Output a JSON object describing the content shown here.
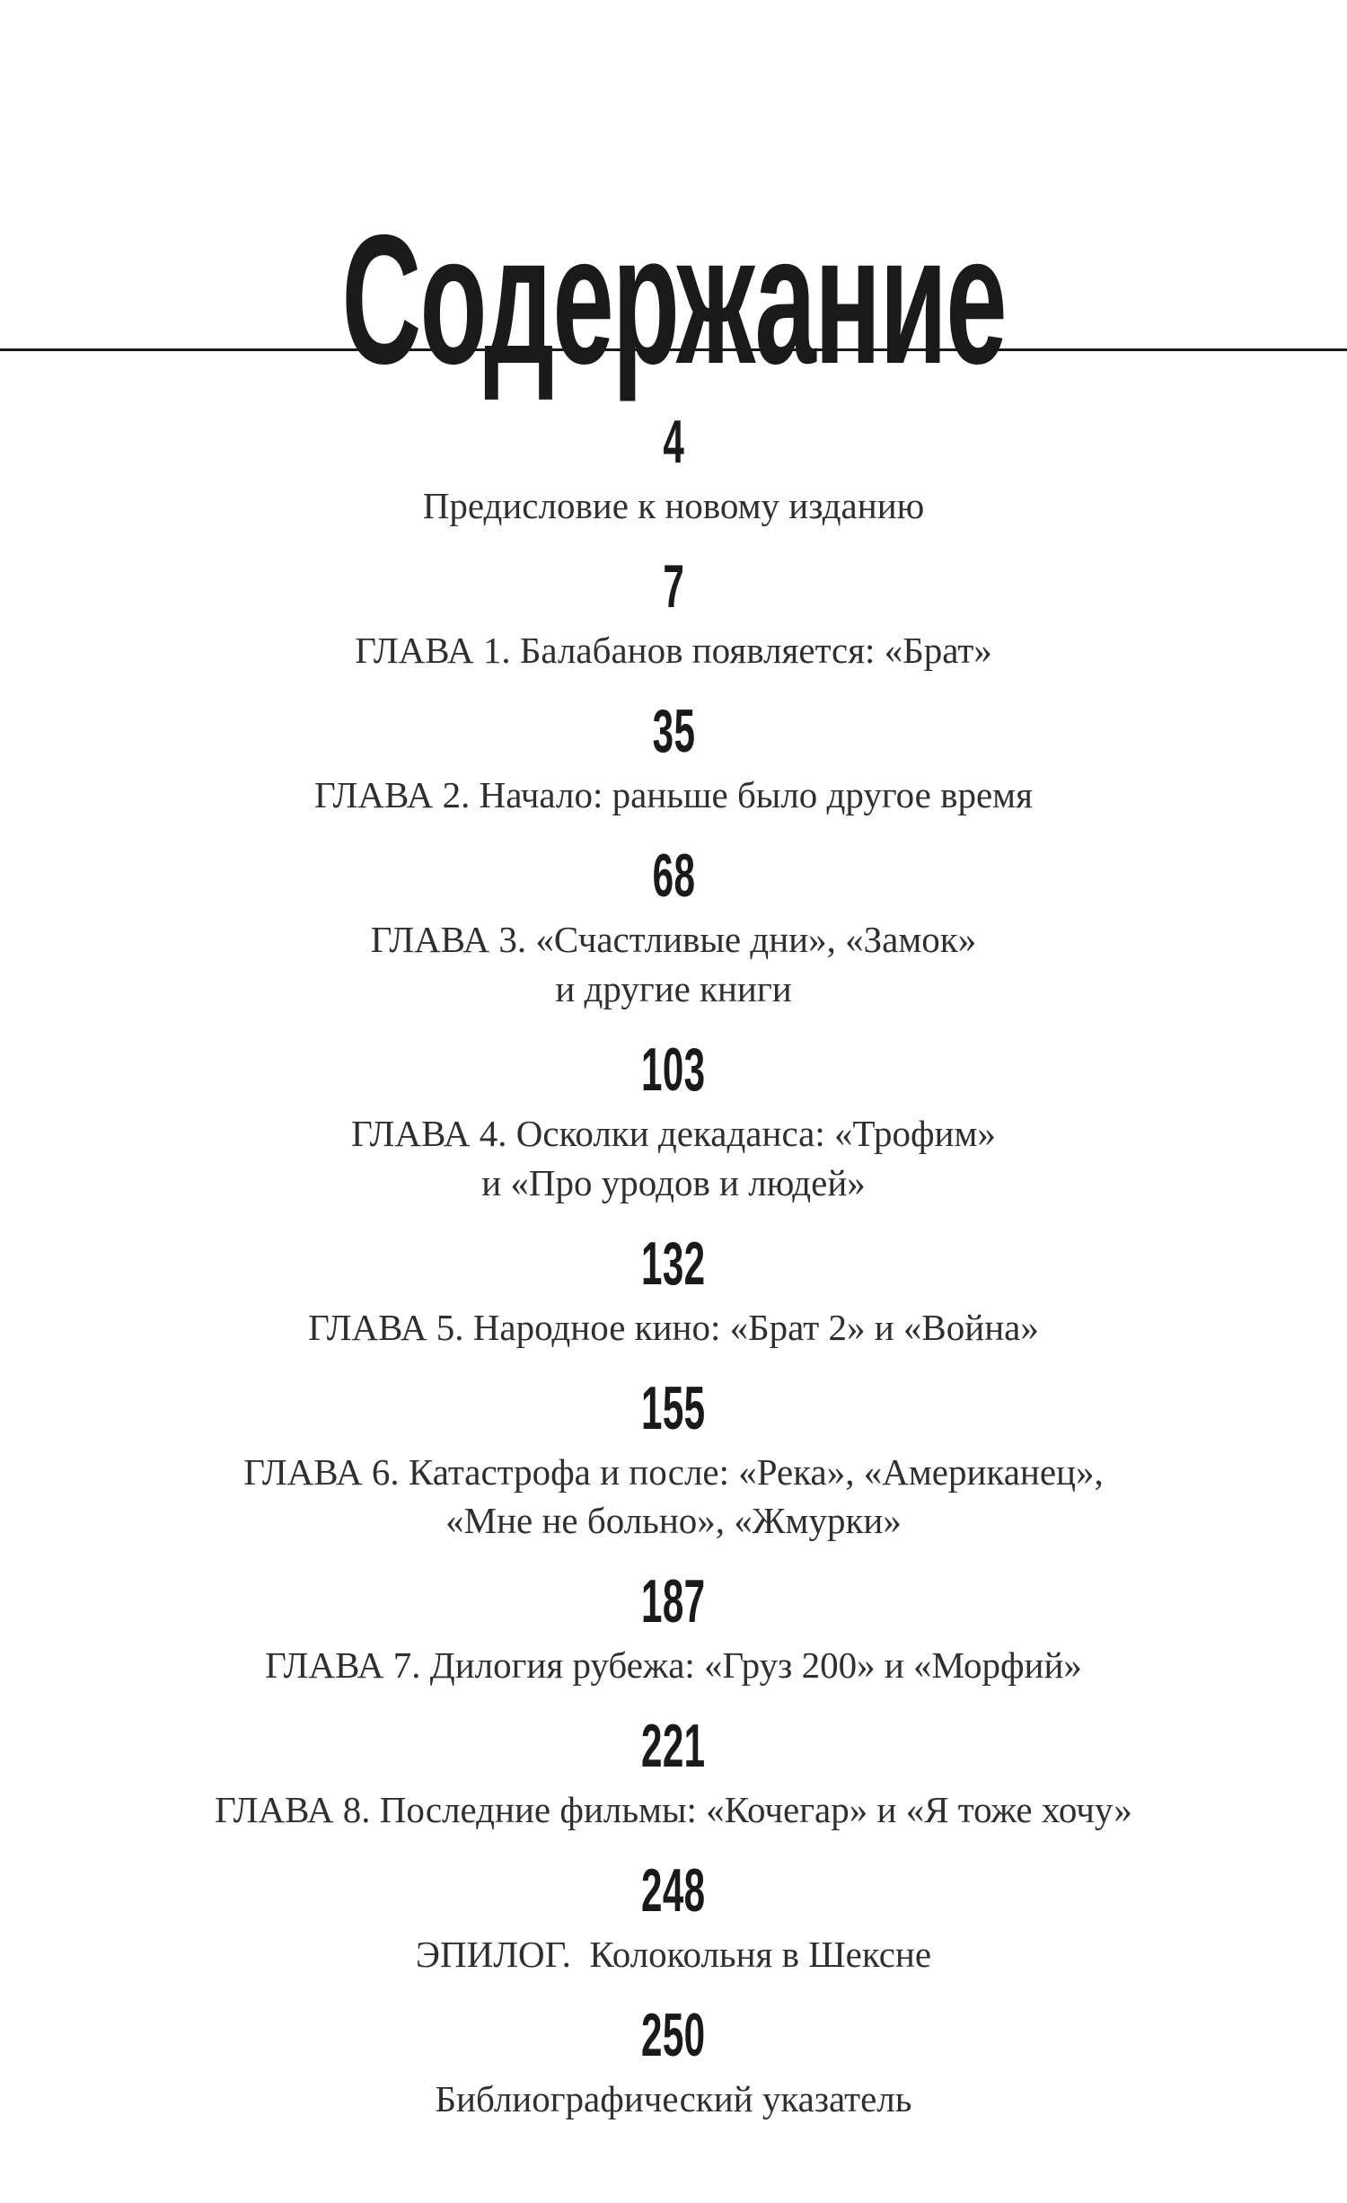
{
  "page": {
    "title": "Содержание"
  },
  "colors": {
    "ink_heading": "#1a1a1a",
    "ink_body": "#2f2f2f",
    "background": "#ffffff",
    "rule": "#1a1a1a"
  },
  "toc": {
    "entries": [
      {
        "page": "4",
        "title": "Предисловие к новому изданию"
      },
      {
        "page": "7",
        "title": "ГЛАВА 1. Балабанов появляется: «Брат»"
      },
      {
        "page": "35",
        "title": "ГЛАВА 2. Начало: раньше было другое время"
      },
      {
        "page": "68",
        "title": "ГЛАВА 3. «Счастливые дни», «Замок»\nи другие книги"
      },
      {
        "page": "103",
        "title": "ГЛАВА 4. Осколки декаданса: «Трофим»\nи «Про уродов и людей»"
      },
      {
        "page": "132",
        "title": "ГЛАВА 5. Народное кино: «Брат 2» и «Война»"
      },
      {
        "page": "155",
        "title": "ГЛАВА 6. Катастрофа и после: «Река», «Американец»,\n«Мне не больно», «Жмурки»"
      },
      {
        "page": "187",
        "title": "ГЛАВА 7. Дилогия рубежа: «Груз 200» и «Морфий»"
      },
      {
        "page": "221",
        "title": "ГЛАВА 8. Последние фильмы: «Кочегар» и «Я тоже хочу»"
      },
      {
        "page": "248",
        "title": "ЭПИЛОГ.  Колокольня в Шексне"
      },
      {
        "page": "250",
        "title": "Библиографический указатель"
      }
    ]
  }
}
